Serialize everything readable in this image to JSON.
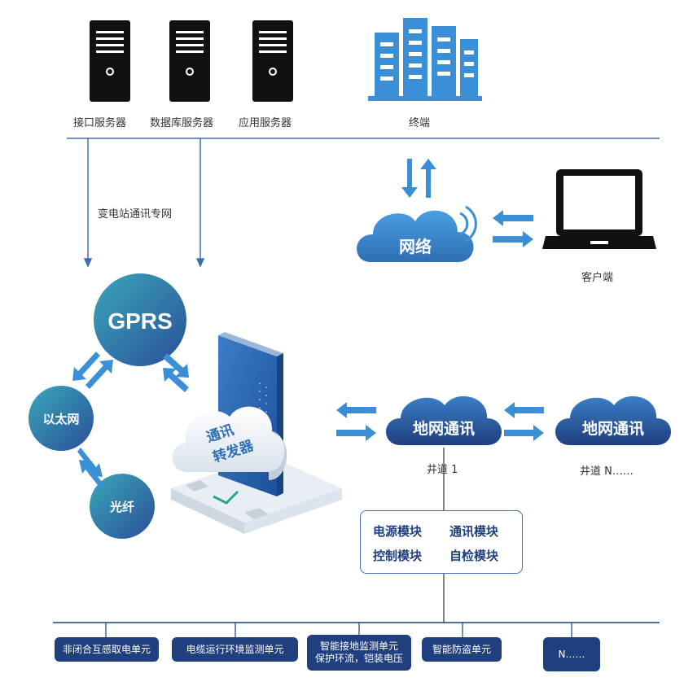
{
  "servers": {
    "interface": "接口服务器",
    "database": "数据库服务器",
    "application": "应用服务器"
  },
  "terminal": "终端",
  "dedicated_network": "变电站通讯专网",
  "network": "网络",
  "client": "客户端",
  "gprs": "GPRS",
  "ethernet": "以太网",
  "fiber": "光纤",
  "forwarder": {
    "line1": "通讯",
    "line2": "转发器"
  },
  "ground_comm": "地网通讯",
  "well_1": "井道 1",
  "well_n": "井道 N……",
  "modules": {
    "power": "电源模块",
    "comm": "通讯模块",
    "control": "控制模块",
    "selfcheck": "自检模块"
  },
  "units": {
    "u1": "非闭合互感取电单元",
    "u2": "电缆运行环境监测单元",
    "u3_line1": "智能接地监测单元",
    "u3_line2": "保护环流，铠装电压",
    "u4": "智能防盗单元",
    "u5": "N……"
  },
  "colors": {
    "navy": "#1f3f7f",
    "blue": "#2f6fb5",
    "light_blue": "#3b8fd6",
    "teal": "#3aa0b5"
  }
}
